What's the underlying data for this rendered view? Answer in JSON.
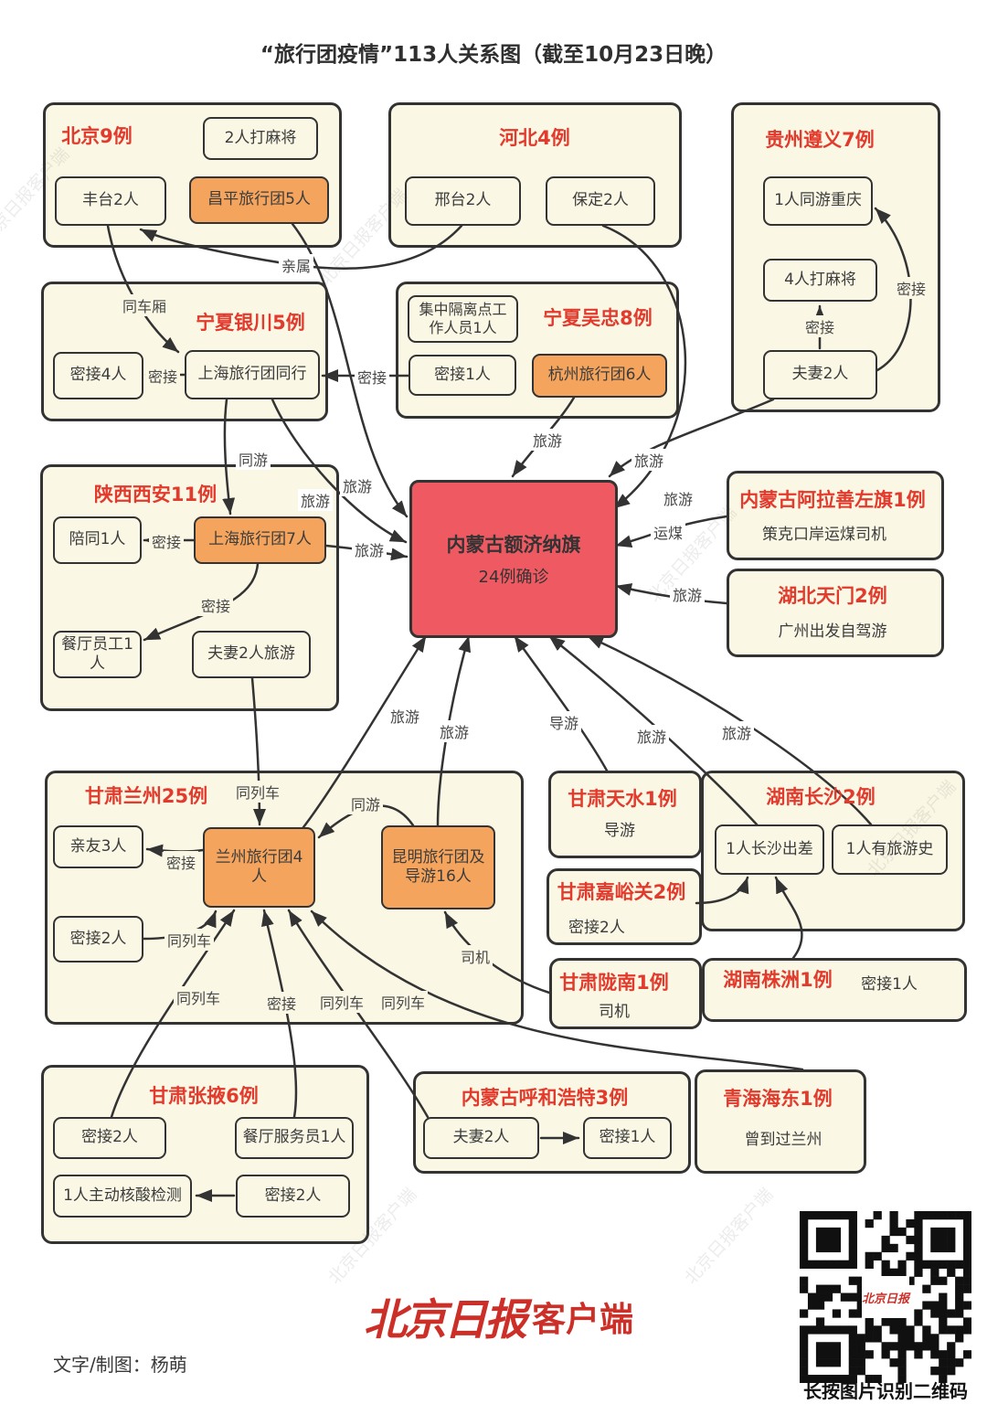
{
  "title": "“旅行团疫情”113人关系图（截至10月23日晚）",
  "center": {
    "title": "内蒙古额济纳旗",
    "subtitle": "24例确诊"
  },
  "regions": {
    "beijing": {
      "title": "北京9例",
      "majiang": "2人打麻将",
      "fengtai": "丰台2人",
      "changping": "昌平旅行团5人"
    },
    "hebei": {
      "title": "河北4例",
      "xingtai": "邢台2人",
      "baoding": "保定2人"
    },
    "zunyi": {
      "title": "贵州遵义7例",
      "tongyou_cq": "1人同游重庆",
      "majiang": "4人打麻将",
      "fuqi": "夫妻2人"
    },
    "yinchuan": {
      "title": "宁夏银川5例",
      "mijie4": "密接4人",
      "shanghai_tx": "上海旅行团同行"
    },
    "wuzhong": {
      "title": "宁夏吴忠8例",
      "geli": "集中隔离点工作人员1人",
      "mijie1": "密接1人",
      "hangzhou": "杭州旅行团6人"
    },
    "xian": {
      "title": "陕西西安11例",
      "peitong": "陪同1人",
      "shanghai7": "上海旅行团7人",
      "canting": "餐厅员工1人",
      "fuqi_ly": "夫妻2人旅游"
    },
    "alashan": {
      "title": "内蒙古阿拉善左旗1例",
      "subtitle": "策克口岸运煤司机"
    },
    "tianmen": {
      "title": "湖北天门2例",
      "subtitle": "广州出发自驾游"
    },
    "lanzhou": {
      "title": "甘肃兰州25例",
      "qinyou": "亲友3人",
      "lztour": "兰州旅行团4人",
      "mijie2": "密接2人",
      "kunming": "昆明旅行团及导游16人"
    },
    "tianshui": {
      "title": "甘肃天水1例",
      "subtitle": "导游"
    },
    "changsha": {
      "title": "湖南长沙2例",
      "chuchai": "1人长沙出差",
      "lvyoushi": "1人有旅游史"
    },
    "jiayuguan": {
      "title": "甘肃嘉峪关2例",
      "subtitle": "密接2人"
    },
    "longnan": {
      "title": "甘肃陇南1例",
      "subtitle": "司机"
    },
    "zhuzhou": {
      "title": "湖南株洲1例",
      "subtitle": "密接1人"
    },
    "zhangye": {
      "title": "甘肃张掖6例",
      "mijie2a": "密接2人",
      "fuwuyuan": "餐厅服务员1人",
      "hesuan": "1人主动核酸检测",
      "mijie2b": "密接2人"
    },
    "hohhot": {
      "title": "内蒙古呼和浩特3例",
      "fuqi": "夫妻2人",
      "mijie1": "密接1人"
    },
    "haidong": {
      "title": "青海海东1例",
      "subtitle": "曾到过兰州"
    }
  },
  "edge_labels": {
    "qinshu": "亲属",
    "tongchexiang": "同车厢",
    "mijie_yc": "密接",
    "mijie_wz": "密接",
    "tongyou_sh": "同游",
    "lvyou_tx": "旅游",
    "lvyou_cp": "旅游",
    "lvyou_hz": "旅游",
    "lvyou_gz": "旅游",
    "lvyou_bd": "旅游",
    "yunmei": "运煤",
    "lvyou_tm": "旅游",
    "mijie_pt": "密接",
    "mijie_ct": "密接",
    "lvyou_xa": "旅游",
    "mijie_zy_mj": "密接",
    "mijie_zy_cq": "密接",
    "tlc_fuqi": "同列车",
    "mijie_qy": "密接",
    "tongyou_km": "同游",
    "tlc_mijie2": "同列车",
    "tlc_zhangye": "同列车",
    "mijie_fwy": "密接",
    "tlc_hohhot": "同列车",
    "tlc_haidong": "同列车",
    "siji": "司机",
    "daoyou": "导游",
    "lvyou_lz": "旅游",
    "lvyou_km": "旅游",
    "lvyou_cc": "旅游",
    "lvyou_ls": "旅游"
  },
  "footer": {
    "logo_script": "北京日报",
    "logo_suffix": "客户端",
    "credit": "文字/制图：杨萌",
    "qr_caption": "长按图片识别二维码",
    "qr_center": "北京日报"
  },
  "watermark": "北京日报客户端",
  "colors": {
    "accent_red": "#e23a2c",
    "node_orange": "#f4a45c",
    "center_red": "#ef5a62",
    "box_cream": "#faf7e5",
    "line": "#333333",
    "logo_red": "#cc2f27"
  }
}
